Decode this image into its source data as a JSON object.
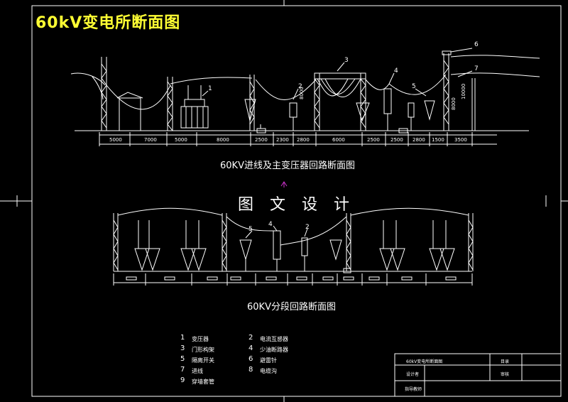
{
  "title": "60kV变电所断面图",
  "section1": {
    "caption": "60KV进线及主变压器回路断面图",
    "dimensions": [
      "5000",
      "7000",
      "5000",
      "8000",
      "2500",
      "2300",
      "2800",
      "6000",
      "2500",
      "2500",
      "2800",
      "1500",
      "3500"
    ],
    "callouts": [
      "1",
      "2",
      "3",
      "4",
      "5",
      "6",
      "7"
    ],
    "height_labels": [
      "8000",
      "8000",
      "10000"
    ]
  },
  "section2": {
    "caption": "60KV分段回路断面图",
    "callouts": [
      "5",
      "4",
      "2"
    ]
  },
  "watermark": "图 文 设 计",
  "legend": [
    {
      "num": "1",
      "text": "变压器"
    },
    {
      "num": "2",
      "text": "电流互感器"
    },
    {
      "num": "3",
      "text": "门形构架"
    },
    {
      "num": "4",
      "text": "少油断路器"
    },
    {
      "num": "5",
      "text": "隔离开关"
    },
    {
      "num": "6",
      "text": "避雷针"
    },
    {
      "num": "7",
      "text": "进线"
    },
    {
      "num": "8",
      "text": "电缆沟"
    },
    {
      "num": "9",
      "text": "穿墙套管"
    }
  ],
  "title_block": {
    "drawing_name": "60kV变电所断面图",
    "catalog_label": "目录",
    "designer_label": "设计者",
    "reviewer_label": "审核",
    "advisor_label": "指导教师"
  },
  "colors": {
    "background": "#000000",
    "line": "#ffffff",
    "title": "#ffff33",
    "marker": "#cc33cc"
  }
}
